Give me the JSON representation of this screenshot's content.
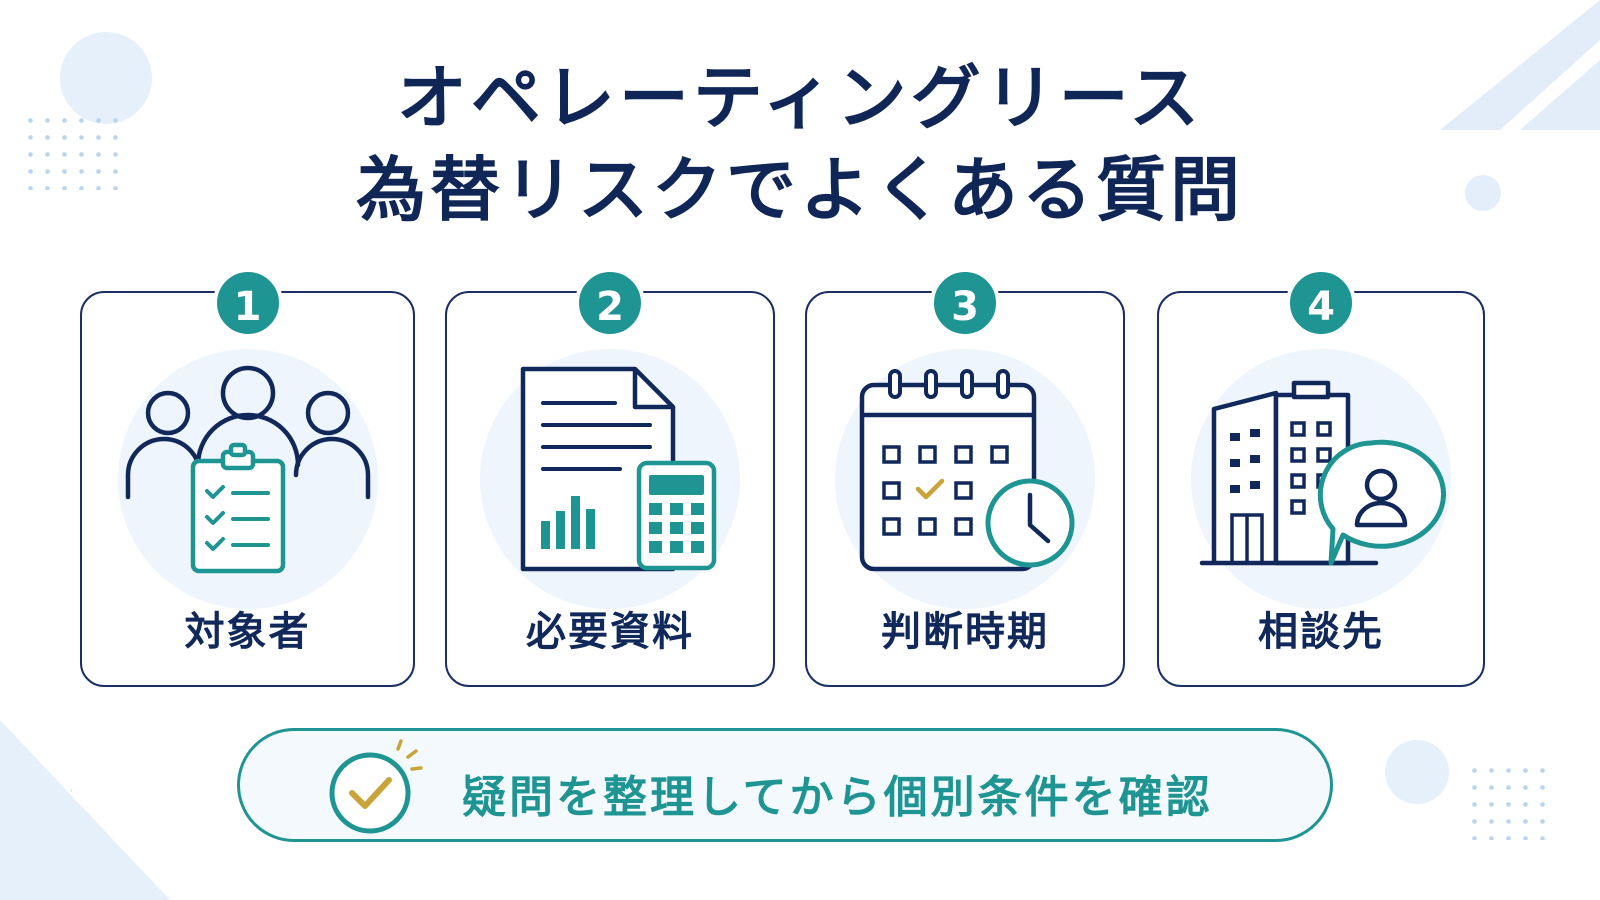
{
  "title": {
    "line1": "オペレーティングリース",
    "line2": "為替リスクでよくある質問"
  },
  "cards": [
    {
      "number": "1",
      "label": "対象者",
      "icon": "people-clipboard-icon"
    },
    {
      "number": "2",
      "label": "必要資料",
      "icon": "document-calculator-icon"
    },
    {
      "number": "3",
      "label": "判断時期",
      "icon": "calendar-clock-icon"
    },
    {
      "number": "4",
      "label": "相談先",
      "icon": "building-consultant-icon"
    }
  ],
  "banner": {
    "text": "疑問を整理してから個別条件を確認",
    "icon": "check-circle-icon"
  },
  "colors": {
    "navy": "#10285a",
    "teal": "#1f9593",
    "gold": "#c9a43a",
    "light_blue": "#eef5fc"
  }
}
